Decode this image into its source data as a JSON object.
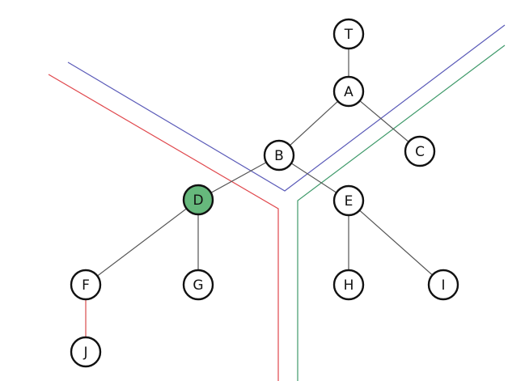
{
  "diagram": {
    "node_fill": "#ffffff",
    "highlight_fill": "#66b87c",
    "node_stroke": "#111111",
    "edge_color": "#555555",
    "highlight_edge_color": "#d94b4b",
    "separator_colors": {
      "red": "#e0474c",
      "blue": "#5a5ab8",
      "green": "#3f9a6a"
    },
    "nodes": [
      {
        "id": "T",
        "label": "T",
        "highlighted": false
      },
      {
        "id": "A",
        "label": "A",
        "highlighted": false
      },
      {
        "id": "B",
        "label": "B",
        "highlighted": false
      },
      {
        "id": "C",
        "label": "C",
        "highlighted": false
      },
      {
        "id": "D",
        "label": "D",
        "highlighted": true
      },
      {
        "id": "E",
        "label": "E",
        "highlighted": false
      },
      {
        "id": "F",
        "label": "F",
        "highlighted": false
      },
      {
        "id": "G",
        "label": "G",
        "highlighted": false
      },
      {
        "id": "H",
        "label": "H",
        "highlighted": false
      },
      {
        "id": "I",
        "label": "I",
        "highlighted": false
      },
      {
        "id": "J",
        "label": "J",
        "highlighted": false
      }
    ],
    "edges": [
      {
        "from": "T",
        "to": "A",
        "highlighted": false
      },
      {
        "from": "A",
        "to": "B",
        "highlighted": false
      },
      {
        "from": "A",
        "to": "C",
        "highlighted": false
      },
      {
        "from": "B",
        "to": "D",
        "highlighted": false
      },
      {
        "from": "B",
        "to": "E",
        "highlighted": false
      },
      {
        "from": "D",
        "to": "F",
        "highlighted": false
      },
      {
        "from": "D",
        "to": "G",
        "highlighted": false
      },
      {
        "from": "E",
        "to": "H",
        "highlighted": false
      },
      {
        "from": "E",
        "to": "I",
        "highlighted": false
      },
      {
        "from": "F",
        "to": "J",
        "highlighted": true
      }
    ]
  }
}
